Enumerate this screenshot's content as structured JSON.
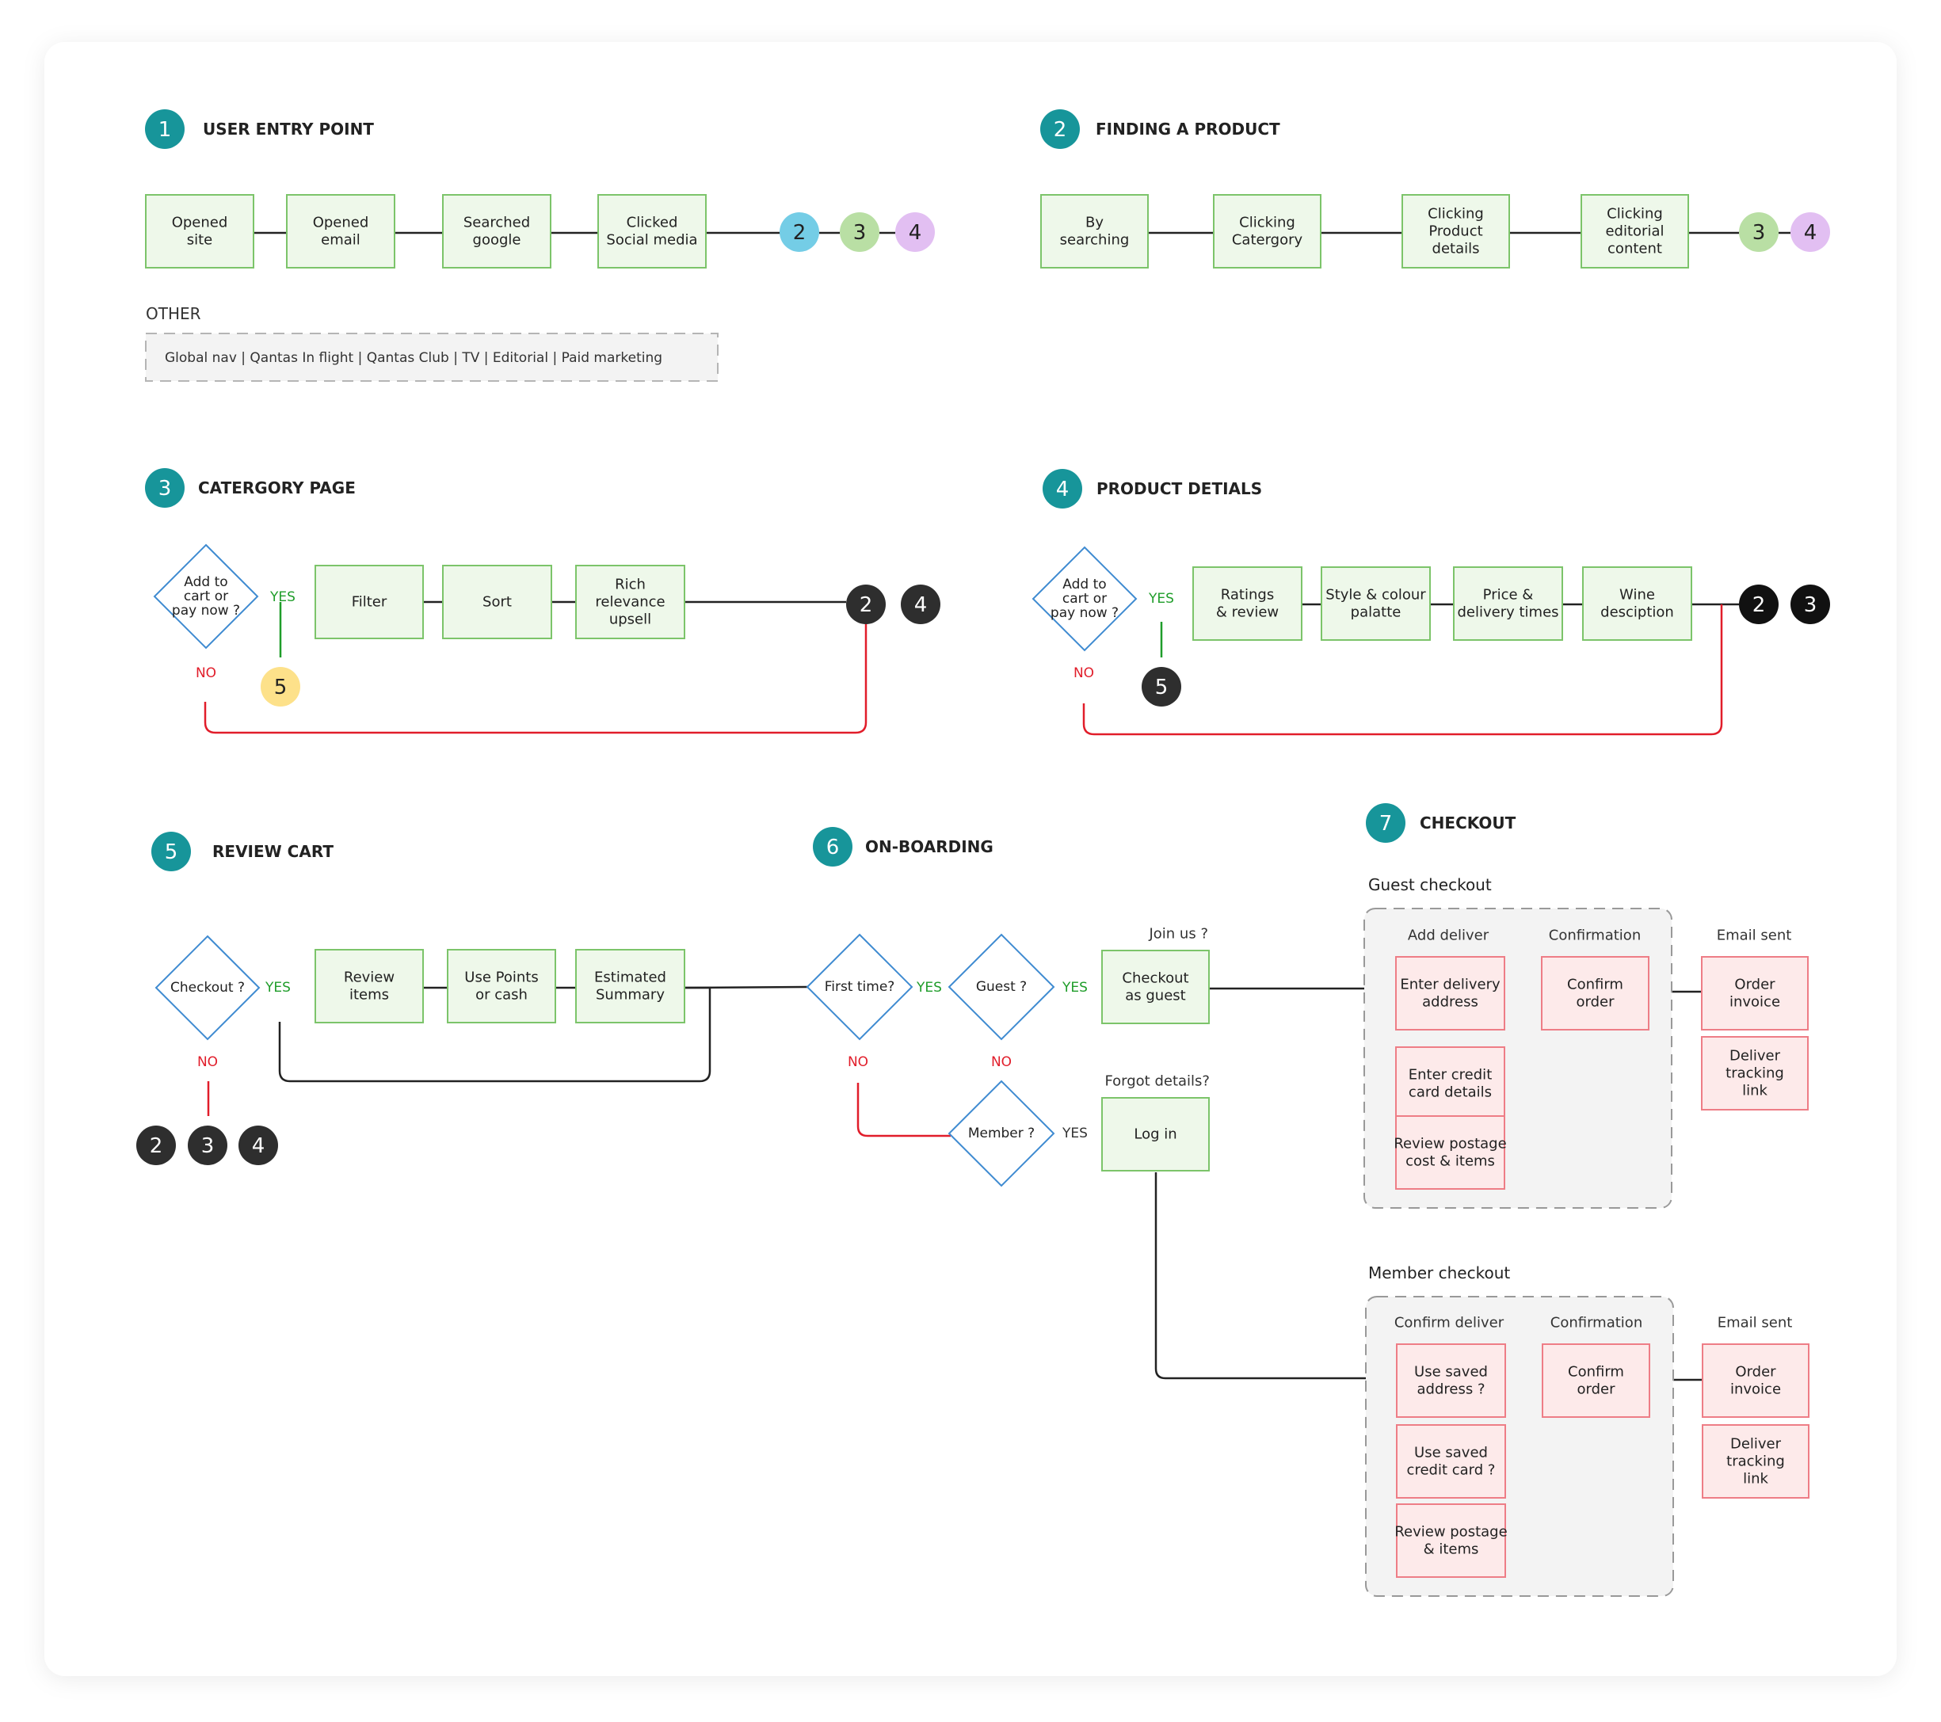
{
  "colors": {
    "teal": "#17959a",
    "box_green_fill": "#eef8ea",
    "box_green_stroke": "#7cc46a",
    "box_red_fill": "#fdeaea",
    "box_red_stroke": "#ee7d86",
    "diamond_stroke": "#3f8bd1",
    "yes_green": "#1f9d2a",
    "no_red": "#e11d2a",
    "line_dark": "#222222",
    "circle_blue": "#74cde6",
    "circle_green": "#b9dfa4",
    "circle_purple": "#e2bff2",
    "circle_yellow": "#fde18a",
    "circle_dark": "#2e2e2e"
  },
  "sections": {
    "s1": {
      "num": "1",
      "title": "USER ENTRY POINT"
    },
    "s2": {
      "num": "2",
      "title": "FINDING A PRODUCT"
    },
    "s3": {
      "num": "3",
      "title": "CATERGORY PAGE"
    },
    "s4": {
      "num": "4",
      "title": "PRODUCT DETIALS"
    },
    "s5": {
      "num": "5",
      "title": "REVIEW CART"
    },
    "s6": {
      "num": "6",
      "title": "ON-BOARDING"
    },
    "s7": {
      "num": "7",
      "title": "CHECKOUT"
    }
  },
  "entry": {
    "boxes": [
      [
        "Opened",
        "site"
      ],
      [
        "Opened",
        "email"
      ],
      [
        "Searched",
        "google"
      ],
      [
        "Clicked",
        "Social media"
      ]
    ],
    "links": [
      "2",
      "3",
      "4"
    ],
    "other_label": "OTHER",
    "other_items": "Global nav  |  Qantas In flight  |  Qantas Club  |  TV  |  Editorial  |  Paid marketing"
  },
  "finding": {
    "boxes": [
      [
        "By",
        "searching"
      ],
      [
        "Clicking",
        "Catergory"
      ],
      [
        "Clicking",
        "Product",
        "details"
      ],
      [
        "Clicking",
        "editorial",
        "content"
      ]
    ],
    "links": [
      "3",
      "4"
    ]
  },
  "category": {
    "decision": [
      "Add to",
      "cart or",
      "pay now ?"
    ],
    "yes": "YES",
    "no": "NO",
    "boxes": [
      [
        "Filter"
      ],
      [
        "Sort"
      ],
      [
        "Rich",
        "relevance",
        "upsell"
      ]
    ],
    "yes_link": "5",
    "links": [
      "2",
      "4"
    ]
  },
  "product": {
    "decision": [
      "Add to",
      "cart or",
      "pay now ?"
    ],
    "yes": "YES",
    "no": "NO",
    "boxes": [
      [
        "Ratings",
        "& review"
      ],
      [
        "Style & colour",
        "palatte"
      ],
      [
        "Price &",
        "delivery times"
      ],
      [
        "Wine",
        "desciption"
      ]
    ],
    "yes_link": "5",
    "links": [
      "2",
      "3"
    ]
  },
  "review": {
    "decision": [
      "Checkout ?"
    ],
    "yes": "YES",
    "no": "NO",
    "boxes": [
      [
        "Review",
        "items"
      ],
      [
        "Use Points",
        "or cash"
      ],
      [
        "Estimated",
        "Summary"
      ]
    ],
    "no_links": [
      "2",
      "3",
      "4"
    ]
  },
  "onboarding": {
    "first_time": [
      "First time?"
    ],
    "guest": [
      "Guest ?"
    ],
    "member": [
      "Member ?"
    ],
    "yes": "YES",
    "no": "NO",
    "join_label": "Join us ?",
    "forgot_label": "Forgot details?",
    "checkout_guest": [
      "Checkout",
      "as guest"
    ],
    "login": [
      "Log in"
    ]
  },
  "checkout": {
    "guest_title": "Guest checkout",
    "guest_col1": "Add deliver",
    "guest_col2": "Confirmation",
    "guest_col3": "Email sent",
    "guest_boxes": [
      [
        "Enter delivery",
        "address"
      ],
      [
        "Enter credit",
        "card details"
      ],
      [
        "Review postage",
        "cost & items"
      ]
    ],
    "guest_confirm": [
      "Confirm",
      "order"
    ],
    "guest_emails": [
      [
        "Order",
        "invoice"
      ],
      [
        "Deliver",
        "tracking",
        "link"
      ]
    ],
    "member_title": "Member checkout",
    "member_col1": "Confirm deliver",
    "member_col2": "Confirmation",
    "member_col3": "Email sent",
    "member_boxes": [
      [
        "Use saved",
        "address ?"
      ],
      [
        "Use saved",
        "credit card ?"
      ],
      [
        "Review postage",
        "& items"
      ]
    ],
    "member_confirm": [
      "Confirm",
      "order"
    ],
    "member_emails": [
      [
        "Order",
        "invoice"
      ],
      [
        "Deliver",
        "tracking",
        "link"
      ]
    ]
  }
}
